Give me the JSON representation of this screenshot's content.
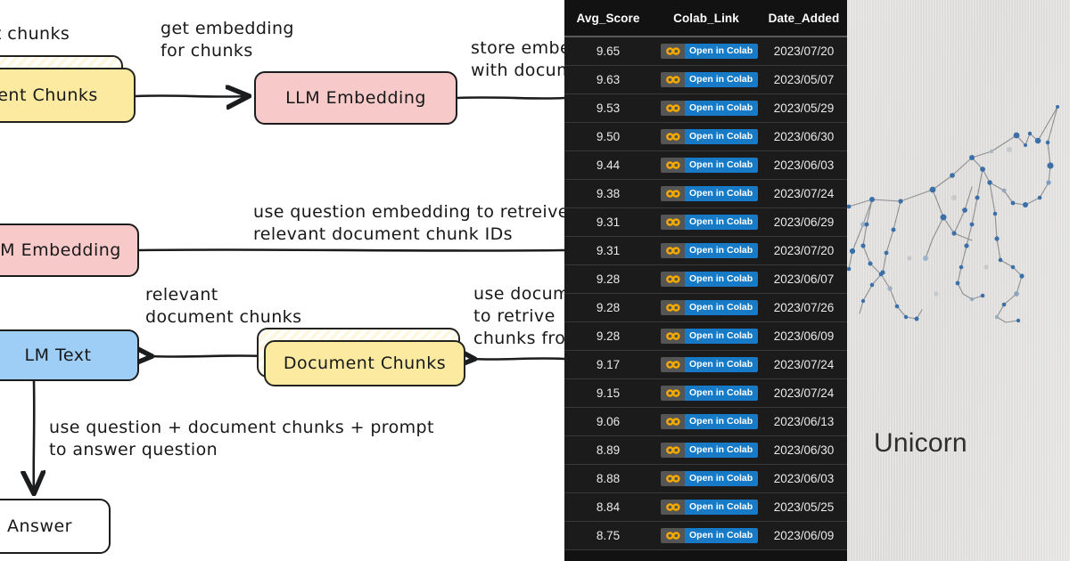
{
  "panels": {
    "diagram": {
      "name": "rag-pipeline-diagram",
      "nodes": {
        "document_chunks_top": "ment Chunks",
        "llm_embedding_top": "LLM Embedding",
        "llm_embedding_mid": "M Embedding",
        "llm_text": "LM Text",
        "document_chunks_bottom": "Document Chunks",
        "answer": "Answer"
      },
      "annotations": {
        "split_chunks": "t chunks",
        "get_embedding": "get embedding\nfor chunks",
        "store_embeddings": "store embe\nwith docum",
        "use_question_embedding": "use question embedding to retreive\nrelevant document chunk IDs",
        "relevant_document_chunks": "relevant\ndocument chunks",
        "use_document_ids": "use docum\nto retrive\nchunks fro",
        "use_question_prompt": "use question + document chunks + prompt\nto answer question"
      },
      "colors": {
        "yellow_node": "#fbeaa0",
        "pink_node": "#f8c9c9",
        "blue_node": "#9ecdf5",
        "stroke": "#1b1c1e",
        "background": "#ffffff"
      }
    },
    "table": {
      "name": "colab-notebook-table",
      "columns": [
        "Avg_Score",
        "Colab_Link",
        "Date_Added"
      ],
      "link_label": "Open in Colab",
      "link_icon": "colab-logo-icon",
      "colors": {
        "background": "#121212",
        "row": "#1b1b1b",
        "badge_blue": "#167ac6",
        "badge_gray": "#555555",
        "colab_orange": "#f9ab00",
        "text": "#eaeaea"
      },
      "rows": [
        {
          "score": "9.65",
          "date": "2023/07/20"
        },
        {
          "score": "9.63",
          "date": "2023/05/07"
        },
        {
          "score": "9.53",
          "date": "2023/05/29"
        },
        {
          "score": "9.50",
          "date": "2023/06/30"
        },
        {
          "score": "9.44",
          "date": "2023/06/03"
        },
        {
          "score": "9.38",
          "date": "2023/07/24"
        },
        {
          "score": "9.31",
          "date": "2023/06/29"
        },
        {
          "score": "9.31",
          "date": "2023/07/20"
        },
        {
          "score": "9.28",
          "date": "2023/06/07"
        },
        {
          "score": "9.28",
          "date": "2023/07/26"
        },
        {
          "score": "9.28",
          "date": "2023/06/09"
        },
        {
          "score": "9.17",
          "date": "2023/07/24"
        },
        {
          "score": "9.15",
          "date": "2023/07/24"
        },
        {
          "score": "9.06",
          "date": "2023/06/13"
        },
        {
          "score": "8.89",
          "date": "2023/06/30"
        },
        {
          "score": "8.88",
          "date": "2023/06/03"
        },
        {
          "score": "8.84",
          "date": "2023/05/25"
        },
        {
          "score": "8.75",
          "date": "2023/06/09"
        }
      ]
    },
    "unicorn": {
      "name": "unicorn-constellation-image",
      "label": "Unicorn",
      "colors": {
        "background": "#e2e1df",
        "dot": "#3b6fa8",
        "line": "#8d8f93",
        "label_text": "#2e2e2e"
      }
    }
  }
}
